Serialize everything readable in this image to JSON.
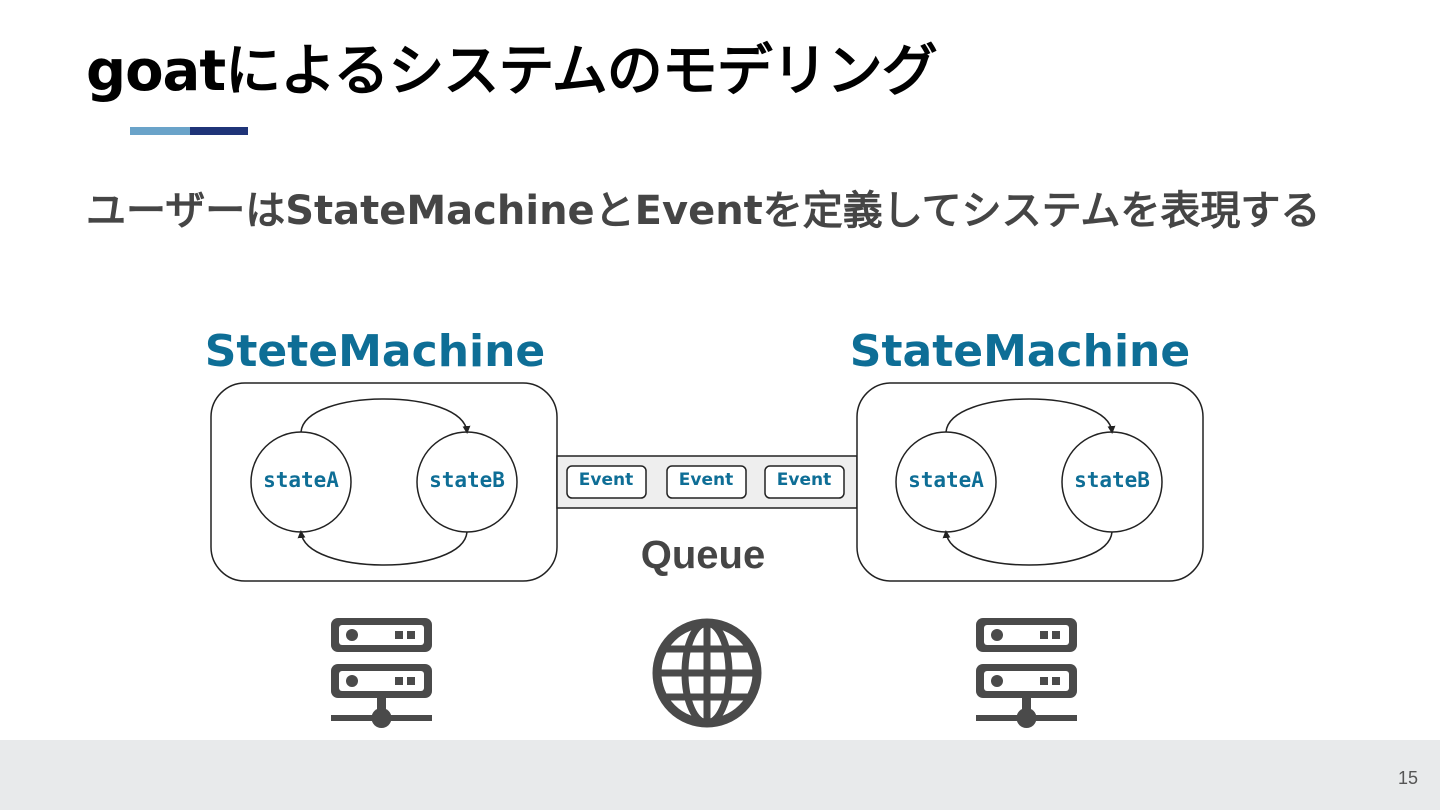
{
  "slide": {
    "title": "goatによるシステムのモデリング",
    "subtitle": "ユーザーはStateMachineとEventを定義してシステムを表現する",
    "page_number": "15"
  },
  "colors": {
    "accent_light": "#6aa3c9",
    "accent_dark": "#1f3478",
    "label_blue": "#0e6e96",
    "icon_gray": "#4a4a4a",
    "footer_bg": "#e8eaeb"
  },
  "diagram": {
    "left_machine": {
      "label": "SteteMachine",
      "state_a": "stateA",
      "state_b": "stateB"
    },
    "right_machine": {
      "label": "StateMachine",
      "state_a": "stateA",
      "state_b": "stateB"
    },
    "queue": {
      "label": "Queue",
      "events": [
        "Event",
        "Event",
        "Event"
      ]
    },
    "icons": [
      "server-icon",
      "globe-icon",
      "server-icon"
    ]
  }
}
